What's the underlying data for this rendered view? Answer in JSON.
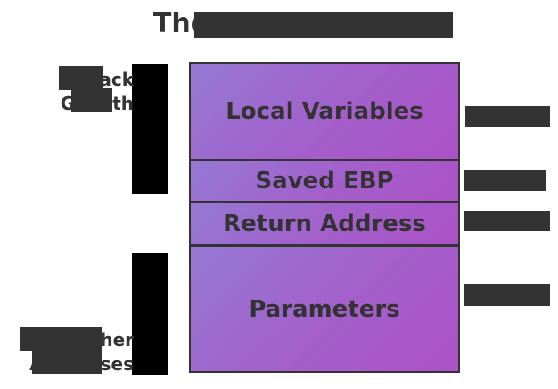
{
  "title": {
    "text": "The Stack Frame",
    "redacted": true,
    "color": "#333333"
  },
  "colors": {
    "box_gradient_start": "#9579D4",
    "box_gradient_end": "#AC52C6",
    "box_border": "#333333",
    "arrow": "#000000",
    "text": "#333333",
    "background": "#ffffff"
  },
  "stack_frame": {
    "rows": [
      {
        "label": "Local Variables",
        "name": "local-variables"
      },
      {
        "label": "Saved EBP",
        "name": "saved-ebp"
      },
      {
        "label": "Return Address",
        "name": "return-address"
      },
      {
        "label": "Parameters",
        "name": "parameters"
      }
    ]
  },
  "left_labels": {
    "stack_growth": {
      "line1": "Stack",
      "line2": "Growth",
      "redacted": true
    },
    "addresses": {
      "line1": "Higher",
      "line2": "Addresses",
      "redacted": true
    }
  },
  "right_labels": [
    {
      "name": "annotation-local-variables",
      "text": "",
      "redacted": true
    },
    {
      "name": "annotation-saved-ebp",
      "text": "",
      "redacted": true
    },
    {
      "name": "annotation-return-address",
      "text": "",
      "redacted": true
    },
    {
      "name": "annotation-parameters",
      "text": "",
      "redacted": true
    }
  ],
  "arrows": {
    "up": {
      "name": "stack-growth-arrow-up",
      "direction": "up"
    },
    "down": {
      "name": "addresses-arrow-down",
      "direction": "down"
    }
  }
}
